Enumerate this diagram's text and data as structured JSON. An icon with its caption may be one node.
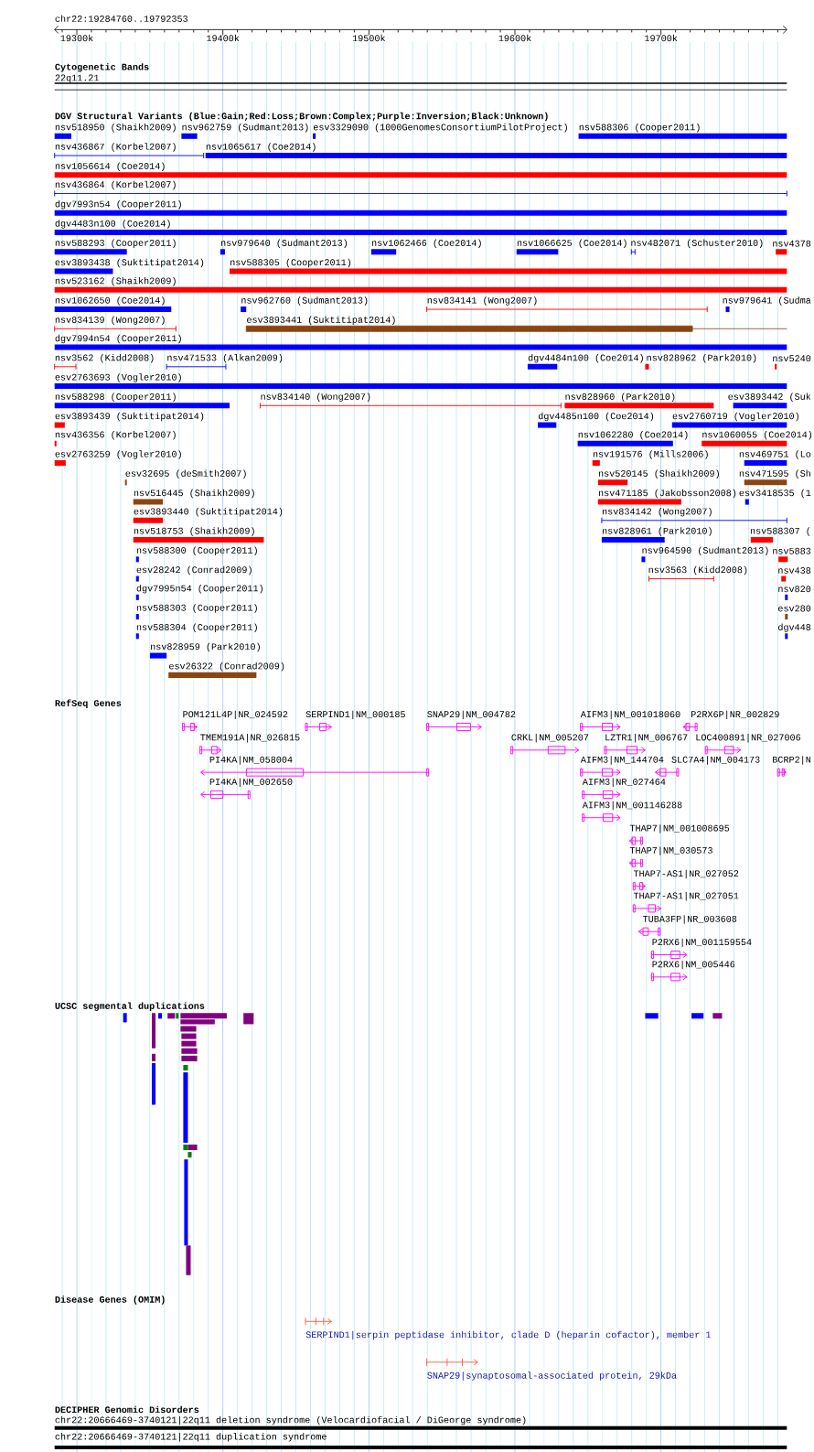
{
  "diagram": {
    "labels": [
      "chr22:19284760..19792353",
      "19300k",
      "19400k",
      "19500k",
      "19600k",
      "19700k",
      "Cytogenetic Bands",
      "22q11.21",
      "DGV Structural Variants (Blue:Gain;Red:Loss;Brown:Complex;Purple:Inversion;Black:Unknown)",
      "nsv518950 (Shaikh2009)",
      "nsv962759 (Sudmant2013)",
      "esv3329090 (1000GenomesConsortiumPilotProject)",
      "nsv588306 (Cooper2011)",
      "nsv436867 (Korbel2007)",
      "nsv1065617 (Coe2014)",
      "nsv1056614 (Coe2014)",
      "nsv436864 (Korbel2007)",
      "dgv7993n54 (Cooper2011)",
      "dgv4483n100 (Coe2014)",
      "nsv588293 (Cooper2011)",
      "nsv979640 (Sudmant2013)",
      "nsv1062466 (Coe2014)",
      "nsv1066625 (Coe2014)",
      "nsv482071 (Schuster2010)",
      "nsv4378",
      "esv3893438 (Suktitipat2014)",
      "nsv588305 (Cooper2011)",
      "nsv523162 (Shaikh2009)",
      "nsv1062650 (Coe2014)",
      "nsv962760 (Sudmant2013)",
      "nsv834141 (Wong2007)",
      "nsv979641 (Sudma",
      "nsv834139 (Wong2007)",
      "esv3893441 (Suktitipat2014)",
      "dgv7994n54 (Cooper2011)",
      "nsv3562 (Kidd2008)",
      "nsv471533 (Alkan2009)",
      "dgv4484n100 (Coe2014)",
      "nsv828962 (Park2010)",
      "nsv5240",
      "esv2763693 (Vogler2010)",
      "nsv588298 (Cooper2011)",
      "nsv834140 (Wong2007)",
      "nsv828960 (Park2010)",
      "esv3893442 (Suk",
      "esv3893439 (Suktitipat2014)",
      "dgv4485n100 (Coe2014)",
      "esv2760719 (Vogler2010)",
      "nsv436356 (Korbel2007)",
      "nsv1062280 (Coe2014)",
      "nsv1060055 (Coe2014)",
      "esv2763259 (Vogler2010)",
      "nsv191576 (Mills2006)",
      "nsv469751 (Lo",
      "esv32695 (deSmith2007)",
      "nsv520145 (Shaikh2009)",
      "nsv471595 (Sh",
      "nsv516445 (Shaikh2009)",
      "nsv471185 (Jakobsson2008)",
      "esv3418535 (1",
      "esv3893440 (Suktitipat2014)",
      "nsv834142 (Wong2007)",
      "nsv518753 (Shaikh2009)",
      "nsv828961 (Park2010)",
      "nsv588307 (",
      "nsv588300 (Cooper2011)",
      "nsv964590 (Sudmant2013)",
      "nsv5883",
      "esv28242 (Conrad2009)",
      "nsv3563 (Kidd2008)",
      "nsv438",
      "dgv7995n54 (Cooper2011)",
      "nsv820",
      "nsv588303 (Cooper2011)",
      "esv280",
      "nsv588304 (Cooper2011)",
      "dgv448",
      "nsv828959 (Park2010)",
      "esv26322 (Conrad2009)",
      "RefSeq Genes",
      "POM121L4P|NR_024592",
      "SERPIND1|NM_000185",
      "SNAP29|NM_004782",
      "AIFM3|NM_001018060",
      "P2RX6P|NR_002829",
      "TMEM191A|NR_026815",
      "CRKL|NM_005207",
      "LZTR1|NM_006767",
      "LOC400891|NR_027006",
      "PI4KA|NM_058004",
      "AIFM3|NM_144704",
      "SLC7A4|NM_004173",
      "BCRP2|N",
      "PI4KA|NM_002650",
      "AIFM3|NR_027464",
      "AIFM3|NM_001146288",
      "THAP7|NM_001008695",
      "THAP7|NM_030573",
      "THAP7-AS1|NR_027052",
      "THAP7-AS1|NR_027051",
      "TUBA3FP|NR_003608",
      "P2RX6|NM_001159554",
      "P2RX6|NM_005446",
      "UCSC segmental duplications",
      "Disease Genes (OMIM)",
      "SERPIND1|serpin peptidase inhibitor, clade D (heparin cofactor), member 1",
      "SNAP29|synaptosomal-associated protein, 29kDa",
      "DECIPHER Genomic Disorders",
      "chr22:20666469-3740121|22q11 deletion syndrome (Velocardiofacial / DiGeorge syndrome)",
      "chr22:20666469-3740121|22q11 duplication syndrome"
    ]
  }
}
